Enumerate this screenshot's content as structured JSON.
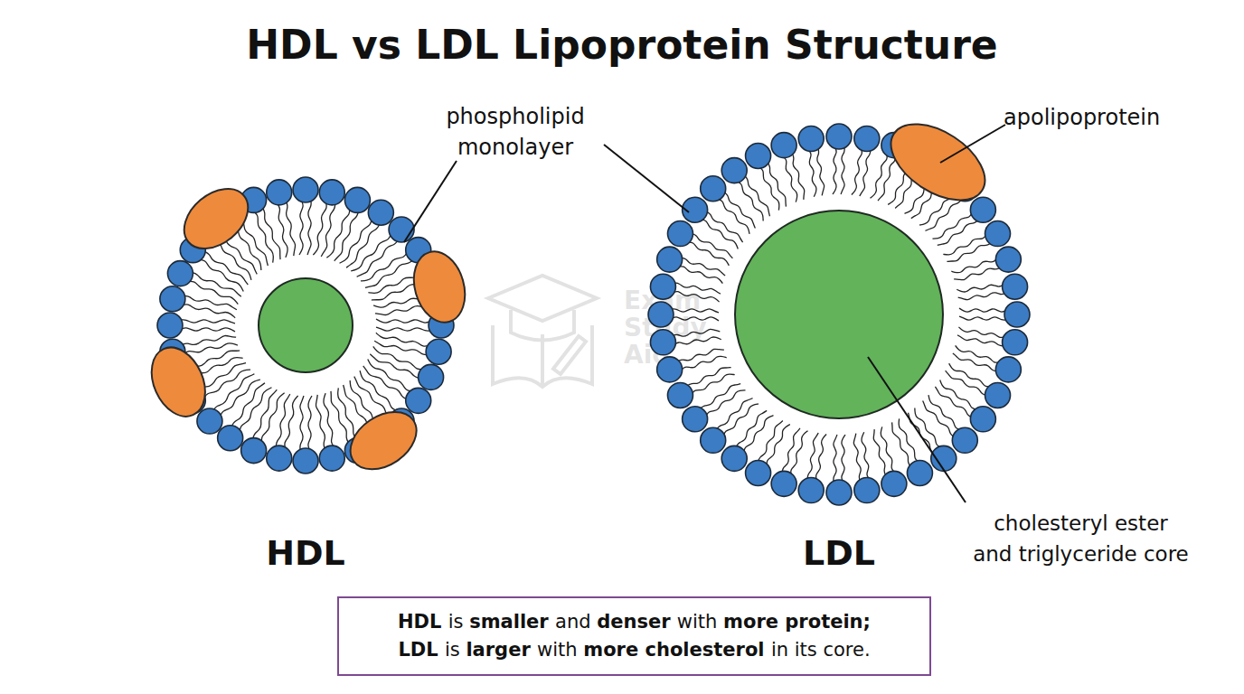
{
  "diagram": {
    "title": "HDL vs LDL Lipoprotein Structure",
    "caption": "HDL is smaller and denser with more protein; LDL is larger with more cholesterol in its core.",
    "nodes": [
      {
        "text": [
          "HDL"
        ]
      },
      {
        "text": [
          "LDL"
        ]
      }
    ],
    "labels": [
      "phospholipid monolayer",
      "apolipoprotein",
      "Exam Study Aid",
      "cholesteryl ester and triglyceride core"
    ]
  }
}
